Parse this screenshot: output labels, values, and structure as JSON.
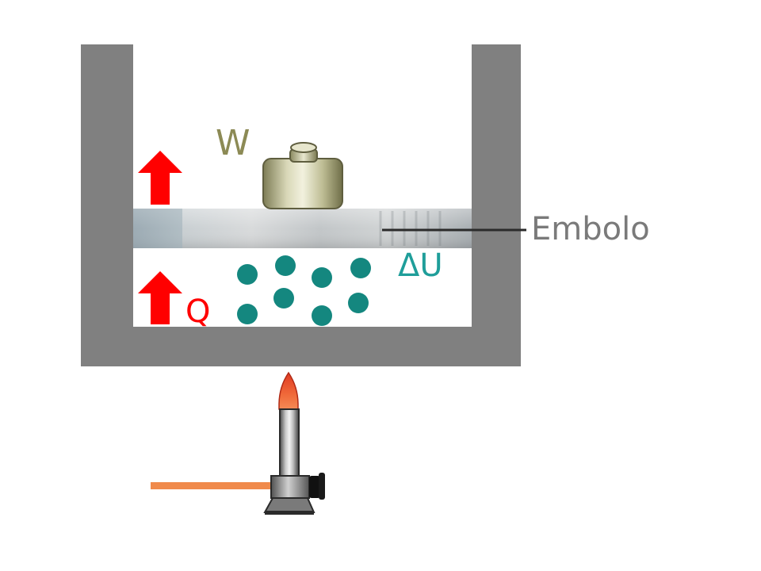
{
  "labels": {
    "work": "W",
    "piston": "Embolo",
    "heat": "Q",
    "internal_energy": "ΔU"
  },
  "colors": {
    "container": "#808080",
    "arrow": "#ff0000",
    "heat_label": "#ff0000",
    "work_label": "#8c8a55",
    "internal_energy_label": "#1f9e9a",
    "particles": "#14877f",
    "piston_label": "#7a7a7a",
    "gas_hose": "#f08a4b",
    "flame": "#e9452a"
  },
  "icons": {
    "weight": "weight-icon",
    "burner": "bunsen-burner-icon",
    "arrow": "arrow-up-icon"
  }
}
